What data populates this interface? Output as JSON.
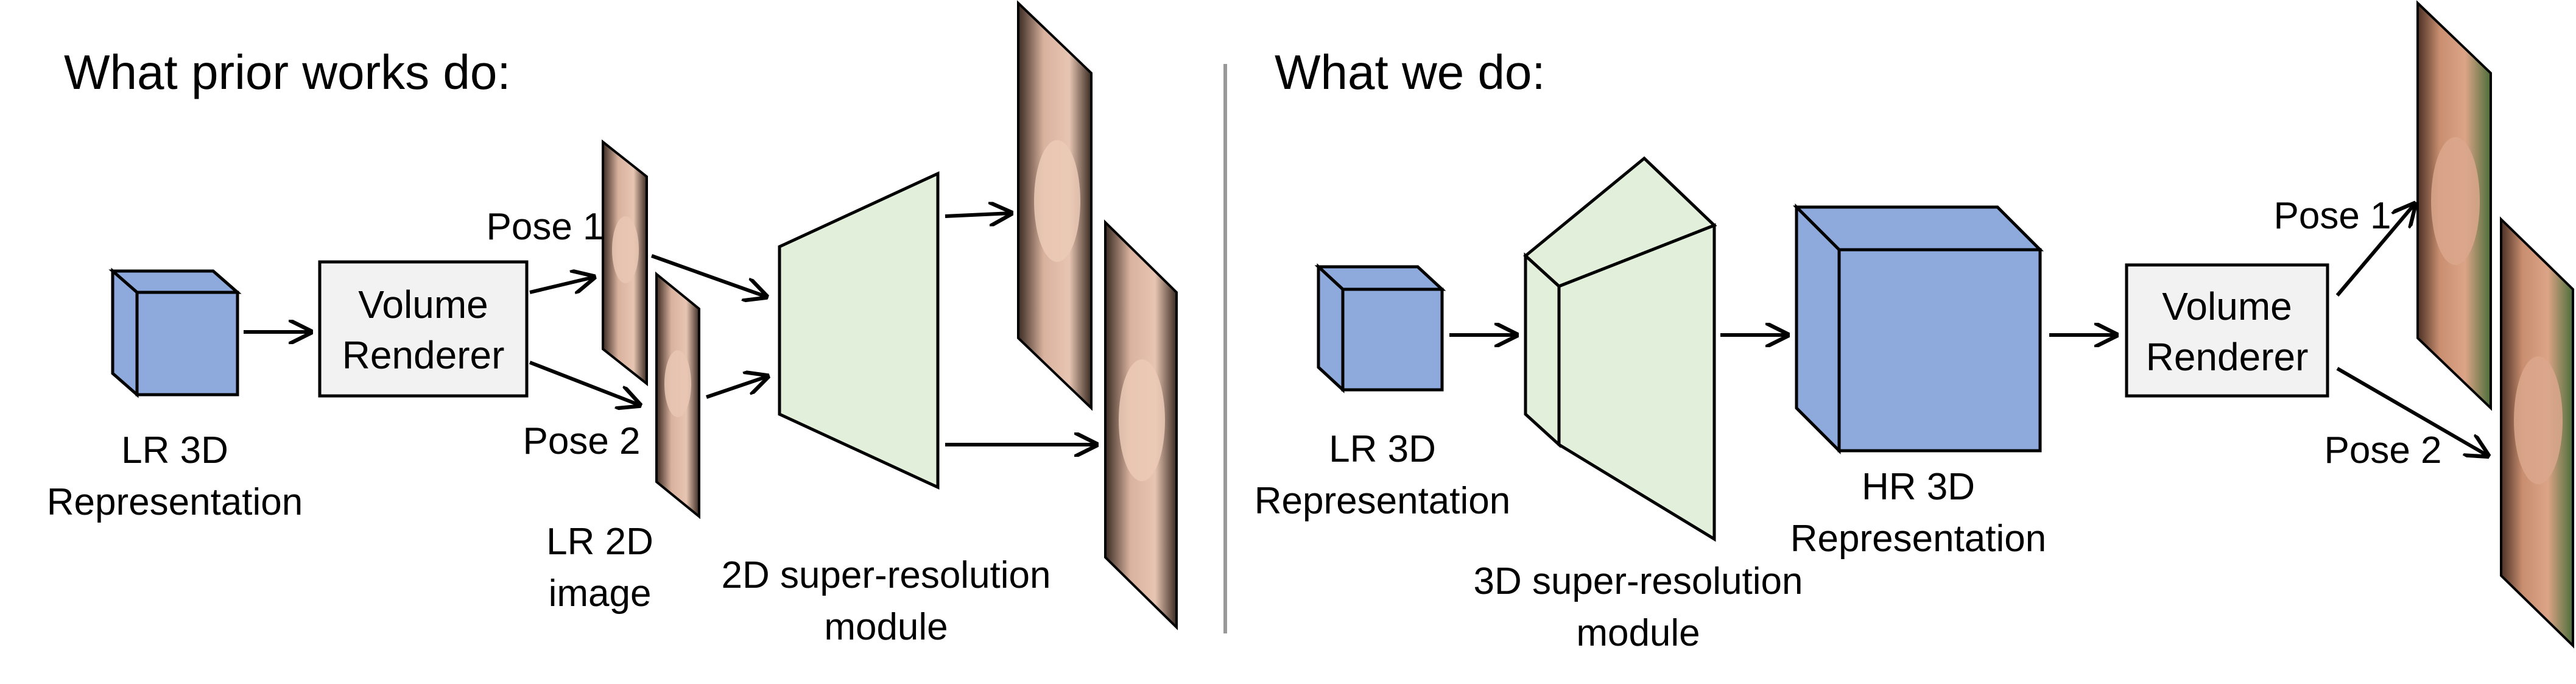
{
  "left": {
    "title": "What prior works do:",
    "lr3d_label": [
      "LR 3D",
      "Representation"
    ],
    "renderer_label": [
      "Volume",
      "Renderer"
    ],
    "pose1": "Pose 1",
    "pose2": "Pose 2",
    "lr2d_label": [
      "LR 2D",
      "image"
    ],
    "sr2d_label": [
      "2D super-resolution",
      "module"
    ]
  },
  "right": {
    "title": "What we do:",
    "lr3d_label": [
      "LR 3D",
      "Representation"
    ],
    "sr3d_label": [
      "3D super-resolution",
      "module"
    ],
    "hr3d_label": [
      "HR 3D",
      "Representation"
    ],
    "renderer_label": [
      "Volume",
      "Renderer"
    ],
    "pose1": "Pose 1",
    "pose2": "Pose 2"
  },
  "colors": {
    "cube_blue": "#8ea9db",
    "module_green": "#e2efda",
    "box_gray": "#f2f2f2",
    "divider": "#999999"
  }
}
